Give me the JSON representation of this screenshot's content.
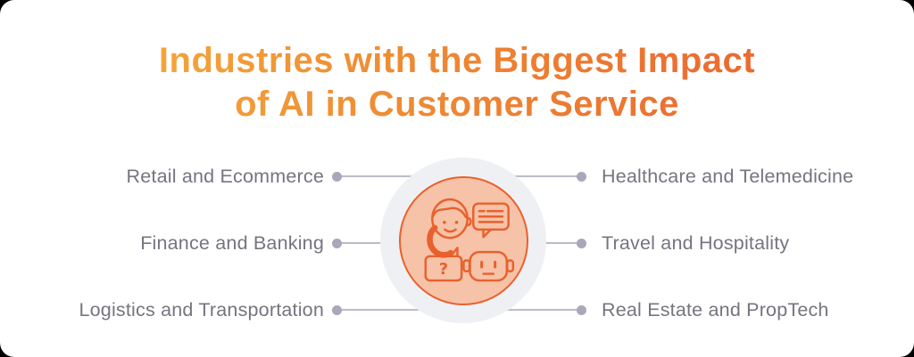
{
  "title": {
    "line1": "Industries with the Biggest Impact",
    "line2": "of AI in Customer Service"
  },
  "industries": {
    "left": [
      {
        "label": "Retail and Ecommerce"
      },
      {
        "label": "Finance and Banking"
      },
      {
        "label": "Logistics and Transportation"
      }
    ],
    "right": [
      {
        "label": "Healthcare and Telemedicine"
      },
      {
        "label": "Travel and Hospitality"
      },
      {
        "label": "Real Estate and PropTech"
      }
    ]
  },
  "center_icon": {
    "name": "ai-customer-service-icon",
    "question_mark": "?",
    "depicts": "support agent on phone, chat message bubble, question bubble, chatbot head"
  },
  "colors": {
    "title_gradient_start": "#F6AC3D",
    "title_gradient_end": "#EA5F30",
    "label_text": "#76747E",
    "connector_dot": "#A9A7B9",
    "connector_line": "#BCBBC9",
    "circle_outer": "#EFF0F4",
    "circle_inner_fill": "#F6C2A8",
    "icon_stroke": "#E8612C",
    "card_background": "#FFFFFF",
    "page_background": "#000000"
  }
}
